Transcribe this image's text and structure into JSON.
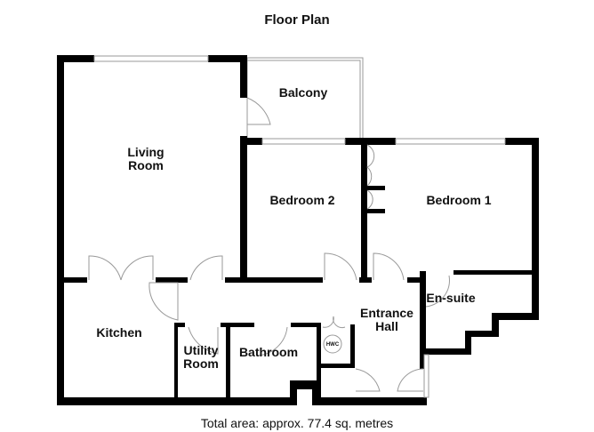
{
  "title": "Floor Plan",
  "footer": "Total area: approx. 77.4 sq. metres",
  "rooms": {
    "living_line1": "Living",
    "living_line2": "Room",
    "balcony": "Balcony",
    "bedroom2": "Bedroom 2",
    "bedroom1": "Bedroom 1",
    "ensuite": "En-suite",
    "hall_line1": "Entrance",
    "hall_line2": "Hall",
    "kitchen": "Kitchen",
    "utility_line1": "Utility",
    "utility_line2": "Room",
    "bathroom": "Bathroom",
    "hwc": "HWC"
  }
}
